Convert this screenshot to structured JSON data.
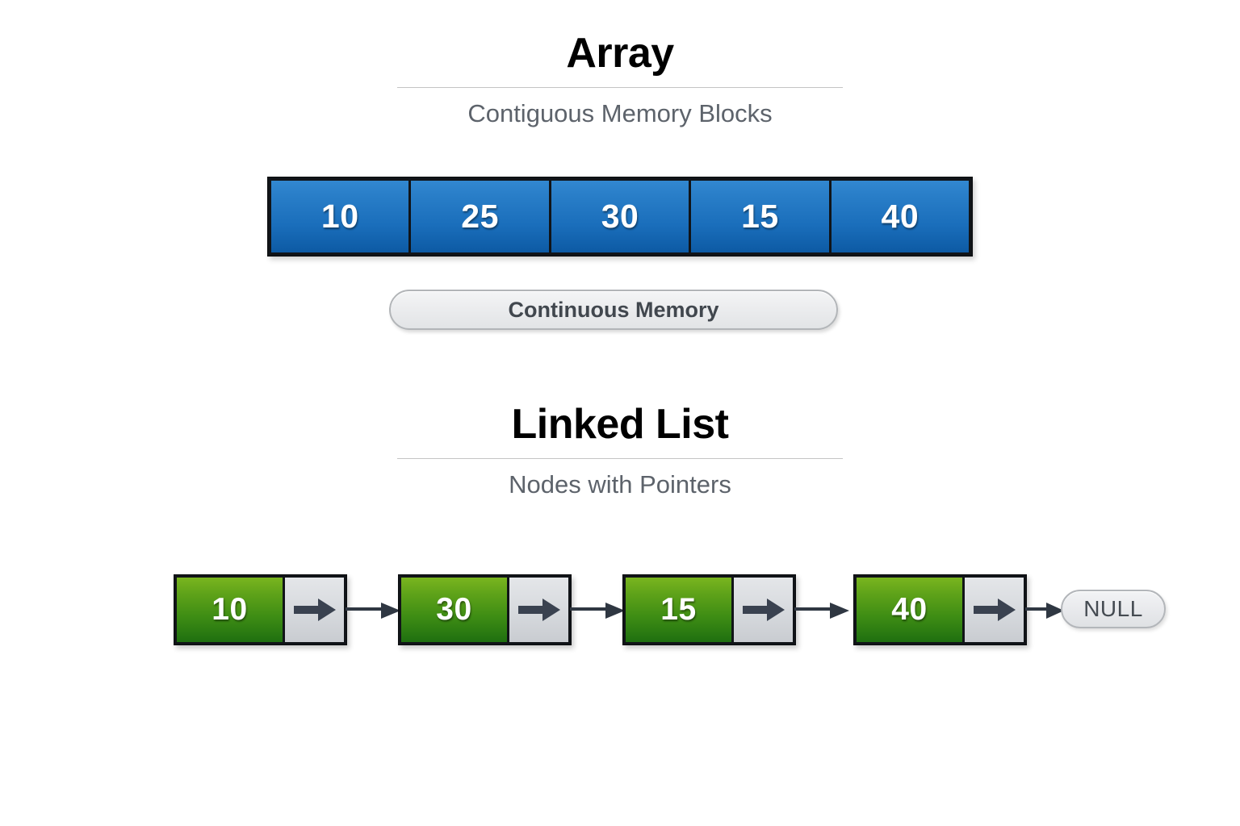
{
  "background_color": "#ffffff",
  "sections": [
    {
      "id": "array",
      "title": "Array",
      "subtitle": "Contiguous Memory Blocks",
      "cell_color": "#1a6ebb",
      "cells": [
        {
          "value": "10"
        },
        {
          "value": "25"
        },
        {
          "value": "30"
        },
        {
          "value": "15"
        },
        {
          "value": "40"
        }
      ],
      "badge": {
        "label": "Continuous Memory",
        "icon": "rounded-pill"
      }
    },
    {
      "id": "linked-list",
      "title": "Linked List",
      "subtitle": "Nodes with Pointers",
      "node_color": "#3d8c14",
      "pointer_color": "#3a4250",
      "nodes": [
        {
          "value": "10",
          "pointer_icon": "arrow-right-icon"
        },
        {
          "value": "30",
          "pointer_icon": "arrow-right-icon"
        },
        {
          "value": "15",
          "pointer_icon": "arrow-right-icon"
        },
        {
          "value": "40",
          "pointer_icon": "arrow-right-icon"
        }
      ],
      "terminator": {
        "label": "NULL"
      },
      "connector_icon": "arrow-right-connector-icon"
    }
  ]
}
